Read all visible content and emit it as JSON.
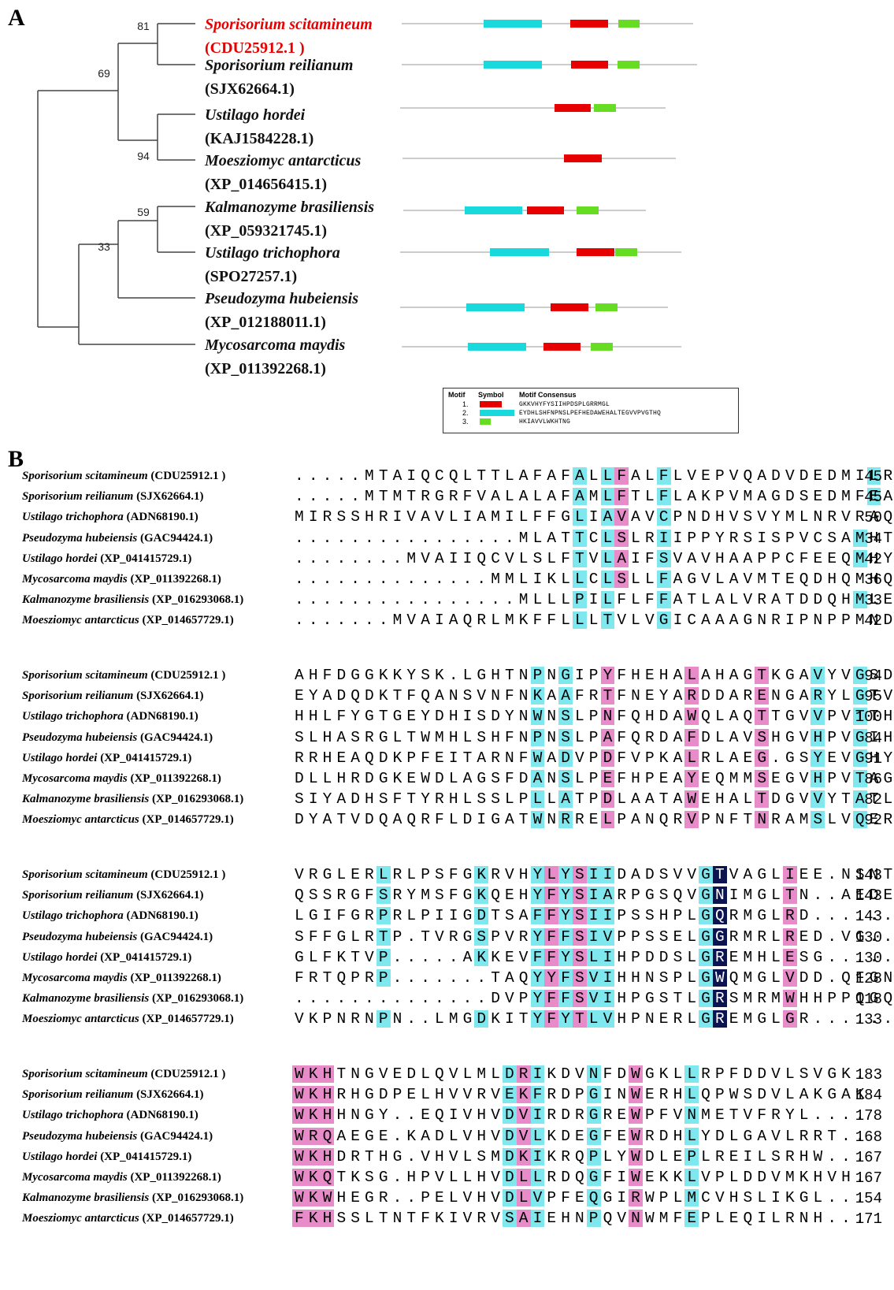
{
  "panel_a_label": "A",
  "panel_b_label": "B",
  "colors": {
    "motif1": "#e60000",
    "motif2": "#19d9dd",
    "motif3": "#66dd22",
    "highlight_species": "#e60000",
    "identical": "#0b1450",
    "similar_pink": "#e88bc9",
    "similar_cyan": "#7fe8ee"
  },
  "tree": {
    "bootstrap": [
      "81",
      "69",
      "94",
      "59",
      "33"
    ],
    "taxa": [
      {
        "name": "Sporisorium scitamineum",
        "accession": "(CDU25912.1 )",
        "highlight": true
      },
      {
        "name": "Sporisorium reilianum",
        "accession": "(SJX62664.1)"
      },
      {
        "name": "Ustilago hordei",
        "accession": "(KAJ1584228.1)"
      },
      {
        "name": "Moesziomyc antarcticus",
        "accession": "(XP_014656415.1)"
      },
      {
        "name": "Kalmanozyme brasiliensis",
        "accession": "(XP_059321745.1)"
      },
      {
        "name": "Ustilago trichophora",
        "accession": "(SPO27257.1)"
      },
      {
        "name": "Pseudozyma hubeiensis",
        "accession": "(XP_012188011.1)"
      },
      {
        "name": "Mycosarcoma maydis",
        "accession": "(XP_011392268.1)"
      }
    ]
  },
  "legend": {
    "col_motif": "Motif",
    "col_symbol": "Symbol",
    "col_consensus": "Motif Consensus",
    "rows": [
      {
        "num": "1.",
        "consensus": "GKKVHYFYSIIHPDSPLGRRMGL"
      },
      {
        "num": "2.",
        "consensus": "EYDHLSHFNPNSLPEFHEDAWEHALTEGVVPVGTHQ"
      },
      {
        "num": "3.",
        "consensus": "HKIAVVLWKHTNG"
      }
    ]
  },
  "alignment": {
    "names": [
      {
        "sp": "Sporisorium scitamineum",
        "acc": "(CDU25912.1 )"
      },
      {
        "sp": "Sporisorium reilianum",
        "acc": "(SJX62664.1)"
      },
      {
        "sp": "Ustilago trichophora",
        "acc": "(ADN68190.1)"
      },
      {
        "sp": "Pseudozyma hubeiensis",
        "acc": "(GAC94424.1)"
      },
      {
        "sp": "Ustilago hordei",
        "acc": "(XP_041415729.1)"
      },
      {
        "sp": "Mycosarcoma maydis",
        "acc": "(XP_011392268.1)"
      },
      {
        "sp": "Kalmanozyme brasiliensis",
        "acc": "(XP_016293068.1)"
      },
      {
        "sp": "Moesziomyc antarcticus",
        "acc": "(XP_014657729.1)"
      }
    ],
    "blocks": [
      {
        "seqs": [
          ".....MTAIQCQLTTLAFAFALLFALFLVEPVQADVDEDMILRARLELGQ",
          ".....MTMTRGRFVALALAFAMLFTLFLAKPVMAGDSEDMFEAAKGTLGK",
          "MIRSSHRIVAVLIAMILFFGLIAVAVCPNDHVSVYMLNRVRAQQAYYLRR",
          "................MLATTCLSLRIIPPYRSISPVCSAMHTRSWSIHS",
          "........MVAIIQCVLSLFTVLAIFSVAVHAAPPCFEEQMHYEAEINCL",
          "..............MMLIKLLCLSLLFAGVLAVMTEQDHQMHQRAQQCIQK",
          "................MLLLPILFLFFATLALVRATDDQHMLELSRARAG",
          ".......MVAIAQRLMKFFLLLTVLVGICAAAGNRIPNPPMNDVDWSMV"
        ],
        "ends": [
          "45",
          "45",
          "50",
          "34",
          "42",
          "36",
          "33",
          "42"
        ]
      },
      {
        "seqs": [
          "AHFDGGKKYSK.LGHTNPNGIPYFHEHALAHAGTKGAVYVGSDSSQSSKT",
          "EYADQDKTFQANSVNFNKAAFRTFNEYARDDARENGARYLGTVQDFRARD",
          "HHLFYGTGEYDHISDYNWNSLPNFQHDAWQLAQTTGVVPVTTHQRQVGET",
          "SLHASRGLTWMHLSHFNPNSLPAFQRDAFDLAVSHGVHPVGIHIPSTSRS",
          "RRHEAQDKPFEITARNFWADVPDFVPKALRLAEG.GSYEVGHYIPRSGLR",
          "DLLHRDGKEWDLAGSFDANSLPEFHPEAYEQMMSEGVHPVTAGRNWNLNP",
          "SIYADHSFTYRHLSSLPLLATPDLAATAWEHALTDGVVYTATLQAKGKK.",
          "DYATVDQAQRFLDIGATWNRRELPANQRVPNFTNRAMSLVQERARFVGSY"
        ],
        "ends": [
          "94",
          "95",
          "100",
          "84",
          "91",
          "86",
          "82",
          "92"
        ]
      },
      {
        "seqs": [
          "VRGLERLRLPSFGKRVHYLYSIIDADSVVGTVAGLIEE.NSNTRMIGVVH",
          "QSSRGFSRYMSFGKQEHYFYSIARPGSQVGNIMGLTN..AEDEKNVGMVL",
          "LGIFGRPRLPIIGDTSAFFYSIIPSSHPLGQRMGLRD.......SIASVL",
          "SFFGLRTP.TVRGSPVRYFFSIVPPSSELGGRMRLRED.VG..HKTAVVL",
          "GLFKTVP.....AKKEVFFYSLIHPDDSLGREMHLESG......NLATVH",
          "FRTQPRP.......TAQYYFSVIHHNSPLGWQMGLVDD.QFGNHATGMVL",
          "..............DVPYFFSVIHPGSTLGRSMRMWHHPPQGQHKYAAVL",
          "VKPNRNPN..LMGDKITYFYTLVHPNERLGREMGLGR.......NMGDIL"
        ],
        "ends": [
          "143",
          "143",
          "143",
          "130",
          "130",
          "128",
          "118",
          "133"
        ]
      },
      {
        "seqs": [
          "WKHTNGVEDLQVLMLDRIKDVNFDWGKLLRPFDDVLSVGK.",
          "WKHRHGDPELHVVRVEKFRDPGINWERHLQPWSDVLAKGAK",
          "WKHHNGY..EQIVHVDVIRDRGREWPFVNMETVFRYL....",
          "WRQAEGE.KADLVHVDVLKDEGFEWRDHLYDLGAVLRRT..",
          "WKHDRTHG.VHVLSMDKIKRQPLYWDLEPLREILSRHW...",
          "WKQTKSG.HPVLLHVDLLRDQGFIWEKKLVPLDDVMKHVH.",
          "WKWHEGR..PELVHVDLVPFEQGIRWPLMCVHSLIKGL...",
          "FKHSSLTNTFKIVRVSAIEHNPQVNWMFEPLEQILRNH..."
        ],
        "ends": [
          "183",
          "184",
          "178",
          "168",
          "167",
          "167",
          "154",
          "171"
        ]
      }
    ]
  }
}
